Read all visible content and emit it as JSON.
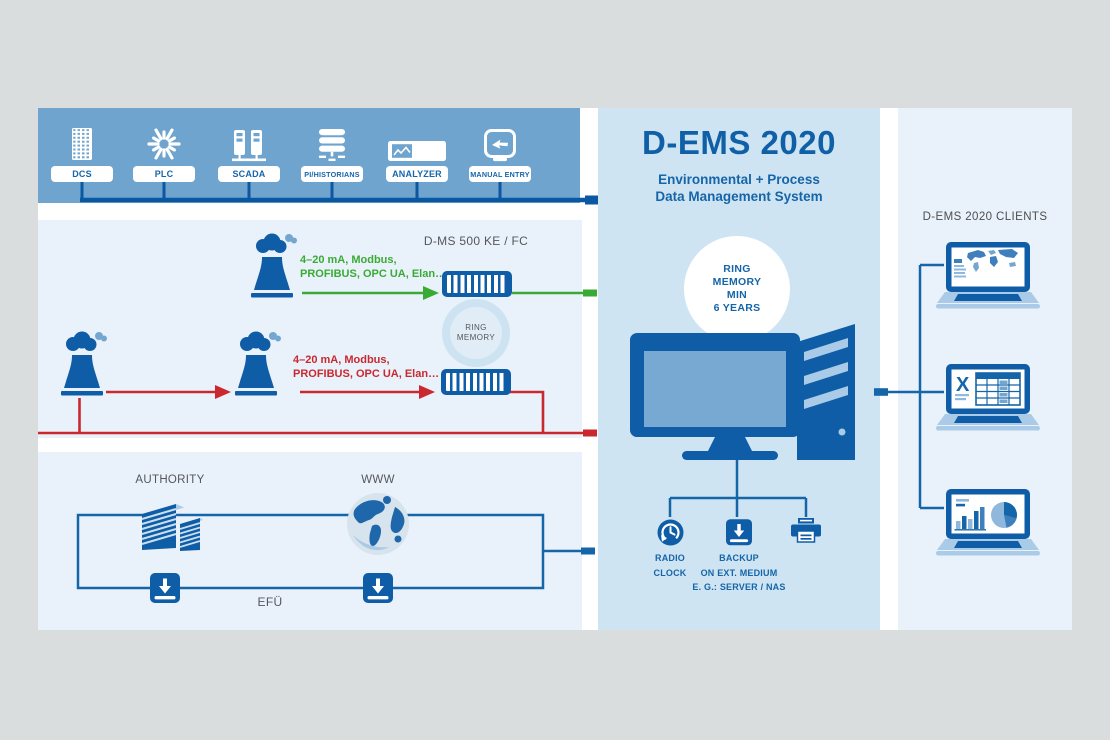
{
  "colors": {
    "primary_blue": "#0f5da6",
    "line_blue": "#1565a9",
    "bar_blue": "#6fa4ce",
    "panel_light": "#e9f2fa",
    "panel_center": "#cfe4f2",
    "screen_blue": "#77a9d3",
    "laptop_light_blue": "#a9cbe7",
    "green": "#3aaa35",
    "red": "#c9282e",
    "gray_text": "#55565a"
  },
  "sources": {
    "items": [
      {
        "label": "DCS",
        "icon": "building-icon"
      },
      {
        "label": "PLC",
        "icon": "spinner-icon"
      },
      {
        "label": "SCADA",
        "icon": "servers-icon"
      },
      {
        "label": "PI/HISTORIANS",
        "icon": "database-icon"
      },
      {
        "label": "ANALYZER",
        "icon": "analyzer-icon"
      },
      {
        "label": "MANUAL ENTRY",
        "icon": "manual-entry-icon"
      }
    ]
  },
  "collection": {
    "device_label": "D-MS 500 KE / FC",
    "green_link": {
      "line1": "4–20 mA, Modbus,",
      "line2": "PROFIBUS, OPC UA, Elan…"
    },
    "red_link": {
      "line1": "4–20 mA, Modbus,",
      "line2": "PROFIBUS, OPC UA, Elan…"
    },
    "ring_memory": {
      "line1": "RING",
      "line2": "MEMORY"
    }
  },
  "transfer": {
    "authority_label": "AUTHORITY",
    "www_label": "WWW",
    "efu_label": "EFÜ"
  },
  "server_panel": {
    "title": "D-EMS 2020",
    "subtitle_line1": "Environmental + Process",
    "subtitle_line2": "Data Management System",
    "ring_memory": {
      "line1": "RING",
      "line2": "MEMORY",
      "line3": "MIN",
      "line4": "6 YEARS"
    },
    "radio_clock": {
      "line1": "RADIO",
      "line2": "CLOCK"
    },
    "backup": {
      "line1": "BACKUP",
      "line2": "ON EXT. MEDIUM",
      "line3": "E. G.: SERVER / NAS"
    }
  },
  "clients_panel": {
    "title": "D-EMS 2020 CLIENTS"
  }
}
